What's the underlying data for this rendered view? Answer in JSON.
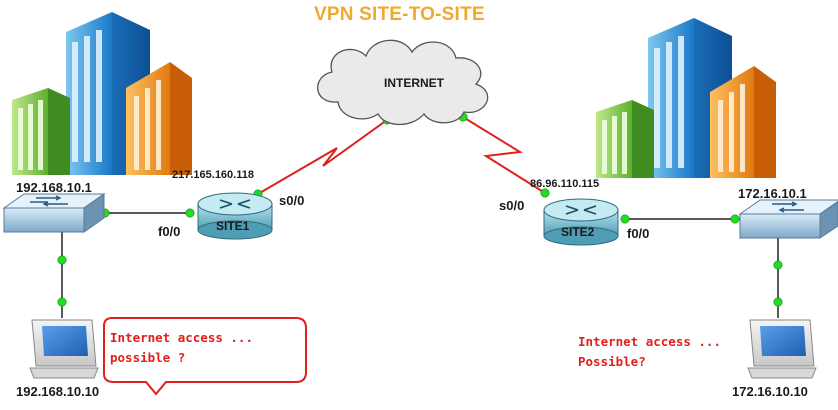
{
  "title": "VPN SITE-TO-SITE",
  "cloud": {
    "label": "INTERNET"
  },
  "left": {
    "switch_ip": "192.168.10.1",
    "pc_ip": "192.168.10.10",
    "router_name": "SITE1",
    "router_wan_ip": "217.165.160.118",
    "serial_port": "s0/0",
    "fast_port": "f0/0",
    "note": [
      "Internet access ...",
      "possible ?"
    ]
  },
  "right": {
    "switch_ip": "172.16.10.1",
    "pc_ip": "172.16.10.10",
    "router_name": "SITE2",
    "router_wan_ip": "86.96.110.115",
    "serial_port": "s0/0",
    "fast_port": "f0/0",
    "note": [
      "Internet access ...",
      "Possible?"
    ]
  },
  "colors": {
    "title": "#f0a830",
    "note_text": "#e0201c",
    "note_border": "#e0201c",
    "link_dot": "#22dd22",
    "serial_link": "#e0201c",
    "ethernet_link": "#222222"
  }
}
